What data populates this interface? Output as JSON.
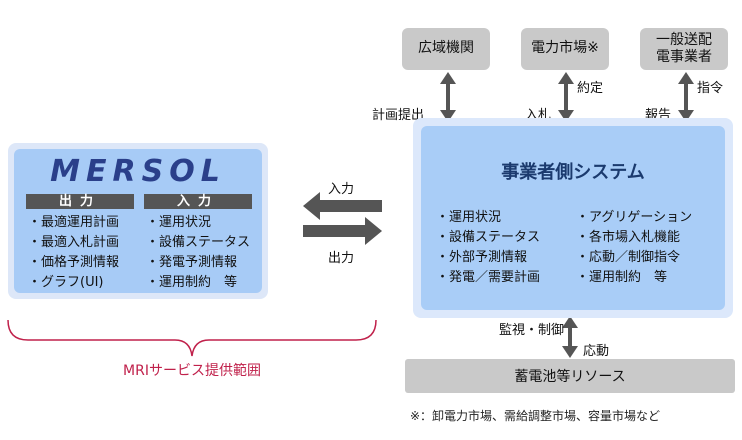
{
  "top_boxes": {
    "kouiki": "広域機関",
    "denryoku_market": "電力市場※",
    "general_line1": "一般送配",
    "general_line2": "電事業者"
  },
  "arrow_labels": {
    "keikaku_teishutsu": "計画提出",
    "nyusatsu": "入札",
    "yakujo": "約定",
    "houkoku": "報告",
    "shirei": "指令",
    "nyuryoku": "入力",
    "shutsuryoku": "出力",
    "kanshi_seigyo": "監視・制御",
    "outou": "応動"
  },
  "system": {
    "title": "事業者側システム",
    "left_items": "・運用状況\n・設備ステータス\n・外部予測情報\n・発電／需要計画",
    "right_items": "・アグリゲーション\n・各市場入札機能\n・応動／制御指令\n・運用制約　等"
  },
  "mersol": {
    "logo": "MERSOL",
    "output_header": "出力",
    "input_header": "入力",
    "output_items": "・最適運用計画\n・最適入札計画\n・価格予測情報\n・グラフ(UI)",
    "input_items": "・運用状況\n・設備ステータス\n・発電予測情報\n・運用制約　等"
  },
  "scope_label": "MRIサービス提供範囲",
  "battery_label": "蓄電池等リソース",
  "footnote": "※：卸電力市場、需給調整市場、容量市場など",
  "colors": {
    "box_grey": "#c9c9c9",
    "system_blue": "#a9cdf7",
    "system_outer": "#dce8fb",
    "logo_navy": "#2a3f8a",
    "scope_red": "#c0214b",
    "arrow_grey": "#555555"
  }
}
